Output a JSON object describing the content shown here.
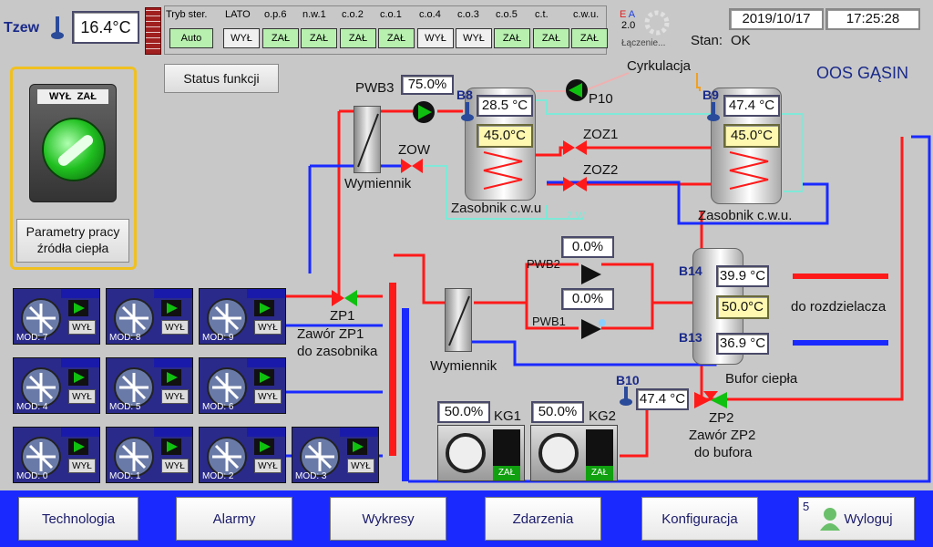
{
  "header": {
    "tzew_label": "Tzew",
    "tzew_value": "16.4°C",
    "date": "2019/10/17",
    "time": "17:25:28",
    "stan_label": "Stan:",
    "stan_value": "OK",
    "site": "OOS GĄSIN",
    "ea_version": "2.0",
    "connecting": "Łączenie..."
  },
  "status_row": {
    "heads": [
      "Tryb ster.",
      "LATO",
      "o.p.6",
      "n.w.1",
      "c.o.2",
      "c.o.1",
      "c.o.4",
      "c.o.3",
      "c.o.5",
      "c.t.",
      "c.w.u."
    ],
    "values": [
      "Auto",
      "WYŁ",
      "ZAŁ",
      "ZAŁ",
      "ZAŁ",
      "ZAŁ",
      "WYŁ",
      "WYŁ",
      "ZAŁ",
      "ZAŁ",
      "ZAŁ"
    ],
    "on_color": "#b8f0b0",
    "off_color": "#f0f0f0"
  },
  "left_panel": {
    "switch_labels": "WYŁ  ZAŁ",
    "params_button": "Parametry pracy źródła ciepła",
    "status_button": "Status funkcji"
  },
  "modules": [
    {
      "label": "MOD: 7",
      "state": "WYŁ"
    },
    {
      "label": "MOD: 8",
      "state": "WYŁ"
    },
    {
      "label": "MOD: 9",
      "state": "WYŁ"
    },
    {
      "label": "MOD: 4",
      "state": "WYŁ"
    },
    {
      "label": "MOD: 5",
      "state": "WYŁ"
    },
    {
      "label": "MOD: 6",
      "state": "WYŁ"
    },
    {
      "label": "MOD: 0",
      "state": "WYŁ"
    },
    {
      "label": "MOD: 1",
      "state": "WYŁ"
    },
    {
      "label": "MOD: 2",
      "state": "WYŁ"
    },
    {
      "label": "MOD: 3",
      "state": "WYŁ"
    }
  ],
  "process": {
    "pwb3_label": "PWB3",
    "pwb3_value": "75.0%",
    "b8_label": "B8",
    "b8_value1": "28.5 °C",
    "b8_value2": "45.0°C",
    "p10_label": "P10",
    "cyrkulacja": "Cyrkulacja",
    "b9_label": "B9",
    "b9_value1": "47.4 °C",
    "b9_value2": "45.0°C",
    "zow_label": "ZOW",
    "zoz1_label": "ZOZ1",
    "zoz2_label": "ZOZ2",
    "wymiennik1": "Wymiennik",
    "zasobnik1": "Zasobnik c.w.u",
    "zw_label": "Z.W",
    "zasobnik2": "Zasobnik c.w.u.",
    "pwb2_label": "PWB2",
    "pwb2_value": "0.0%",
    "pwb1_label": "PWB1",
    "pwb1_value": "0.0%",
    "b14_label": "B14",
    "b14_value": "39.9 °C",
    "bufor_set": "50.0°C",
    "b13_label": "B13",
    "b13_value": "36.9 °C",
    "do_rozdzielacza": "do rozdzielacza",
    "bufor_label": "Bufor ciepła",
    "zp1_label": "ZP1",
    "zp1_desc1": "Zawór ZP1",
    "zp1_desc2": "do zasobnika",
    "wymiennik2": "Wymiennik",
    "kg1_value": "50.0%",
    "kg1_label": "KG1",
    "kg1_state": "ZAŁ",
    "kg2_value": "50.0%",
    "kg2_label": "KG2",
    "kg2_state": "ZAŁ",
    "b10_label": "B10",
    "b10_value": "47.4 °C",
    "zp2_label": "ZP2",
    "zp2_desc1": "Zawór ZP2",
    "zp2_desc2": "do bufora"
  },
  "nav": {
    "technologia": "Technologia",
    "alarmy": "Alarmy",
    "wykresy": "Wykresy",
    "zdarzenia": "Zdarzenia",
    "konfiguracja": "Konfiguracja",
    "user_level": "5",
    "wyloguj": "Wyloguj"
  },
  "colors": {
    "hot_pipe": "#ff1a1a",
    "cold_pipe": "#1a2aff",
    "return_pipe": "#7fe8d8",
    "nav_bar": "#1a2aff",
    "pump_on": "#10a010"
  }
}
